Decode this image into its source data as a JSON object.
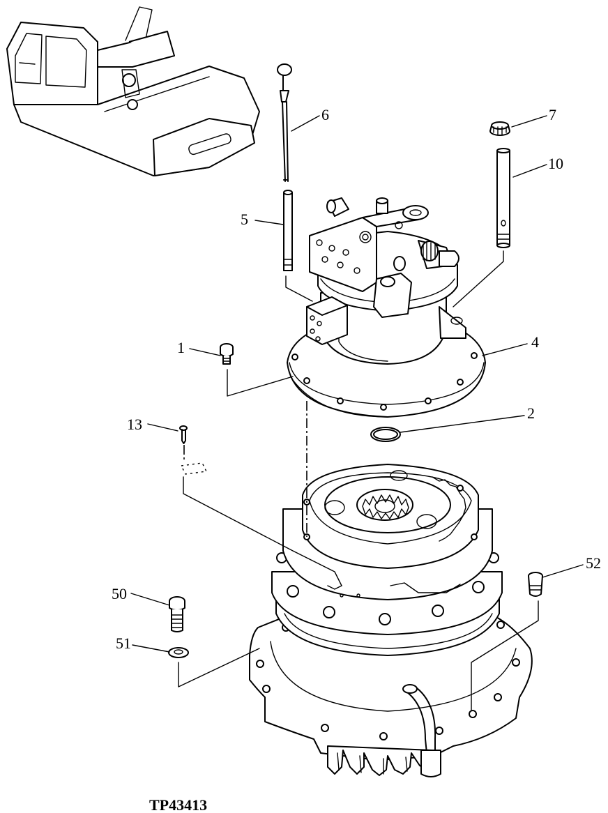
{
  "figure_id": "TP43413",
  "callouts": {
    "c1": "1",
    "c2": "2",
    "c4": "4",
    "c5": "5",
    "c6": "6",
    "c7": "7",
    "c10": "10",
    "c13": "13",
    "c50": "50",
    "c51": "51",
    "c52": "52"
  }
}
